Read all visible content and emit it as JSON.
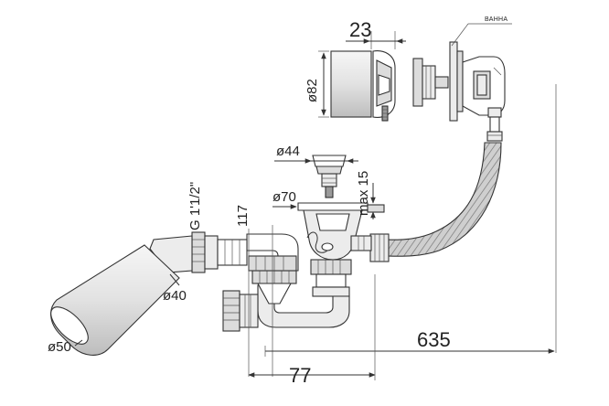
{
  "labels": {
    "dim_23": "23",
    "dim_82": "ø82",
    "bath_label": "ВАННА",
    "dim_44": "ø44",
    "dim_max15": "max 15",
    "dim_70": "ø70",
    "dim_thread": "G 1'1/2\"",
    "dim_117": "117",
    "dim_40": "ø40",
    "dim_50": "ø50",
    "dim_635": "635",
    "dim_77": "77"
  },
  "colors": {
    "line": "#333333",
    "part_fill": "#ececec",
    "hose_fill": "#c8c8c8"
  }
}
